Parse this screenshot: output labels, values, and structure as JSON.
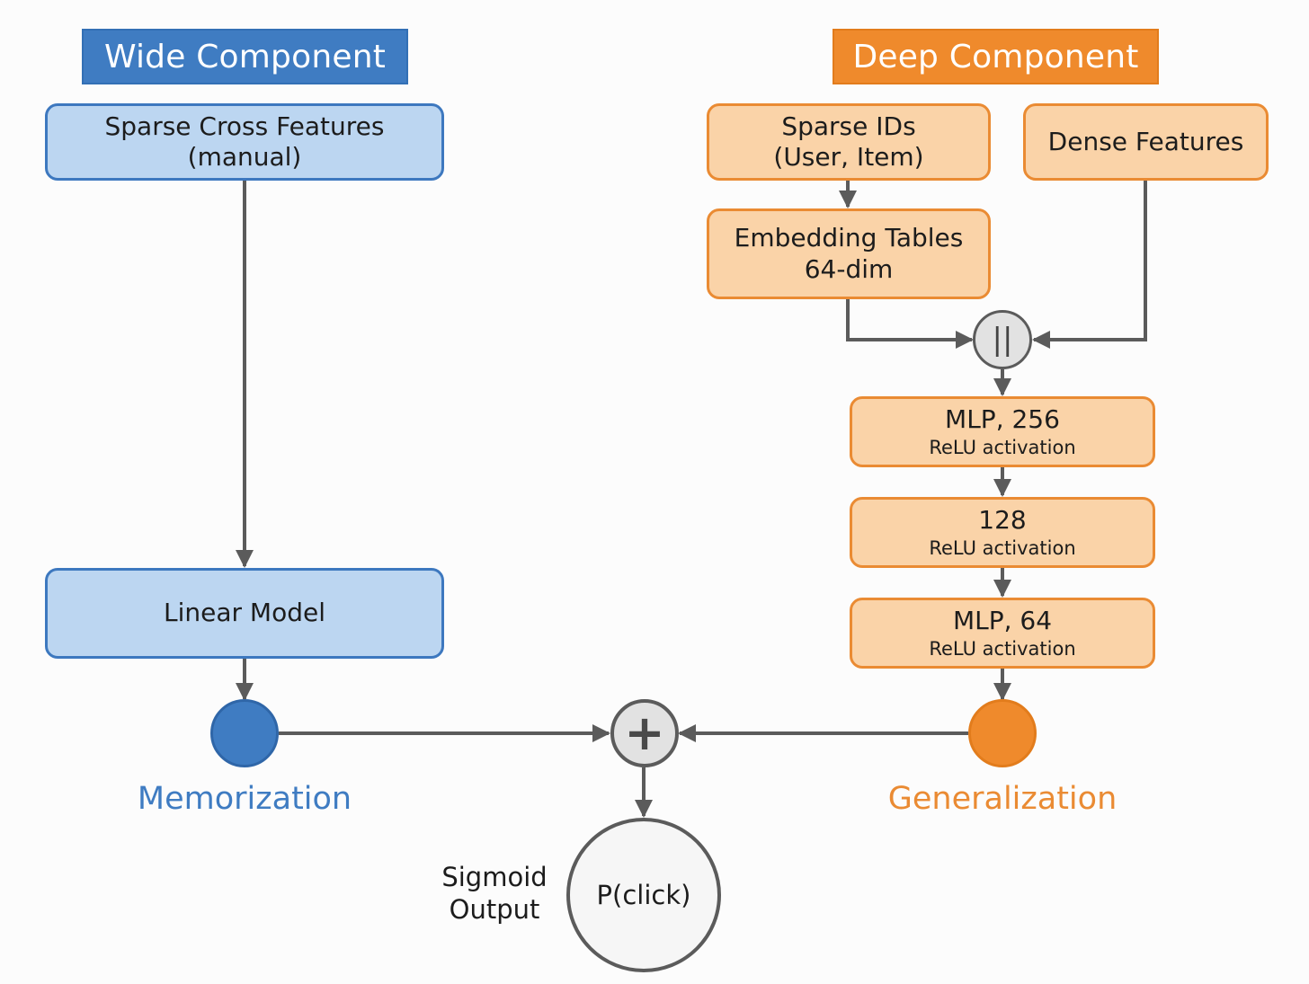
{
  "wide": {
    "title": "Wide Component",
    "sparse_cross": {
      "line1": "Sparse Cross Features",
      "line2": "(manual)"
    },
    "linear_model": "Linear Model",
    "output_label": "Memorization"
  },
  "deep": {
    "title": "Deep Component",
    "sparse_ids": {
      "line1": "Sparse IDs",
      "line2": "(User, Item)"
    },
    "dense_features": "Dense Features",
    "embedding": {
      "line1": "Embedding Tables",
      "line2": "64-dim"
    },
    "concat_symbol": "||",
    "layers": [
      {
        "title": "MLP, 256",
        "activation": "ReLU activation"
      },
      {
        "title": "128",
        "activation": "ReLU activation"
      },
      {
        "title": "MLP, 64",
        "activation": "ReLU activation"
      }
    ],
    "output_label": "Generalization"
  },
  "combine": {
    "plus_symbol": "+",
    "sigmoid_label": {
      "line1": "Sigmoid",
      "line2": "Output"
    },
    "output_node": "P(click)"
  },
  "colors": {
    "wide_accent": "#3f7cc2",
    "deep_accent": "#ef8a2c",
    "wire": "#5b5b5b",
    "node_gray": "#e2e2e2"
  }
}
